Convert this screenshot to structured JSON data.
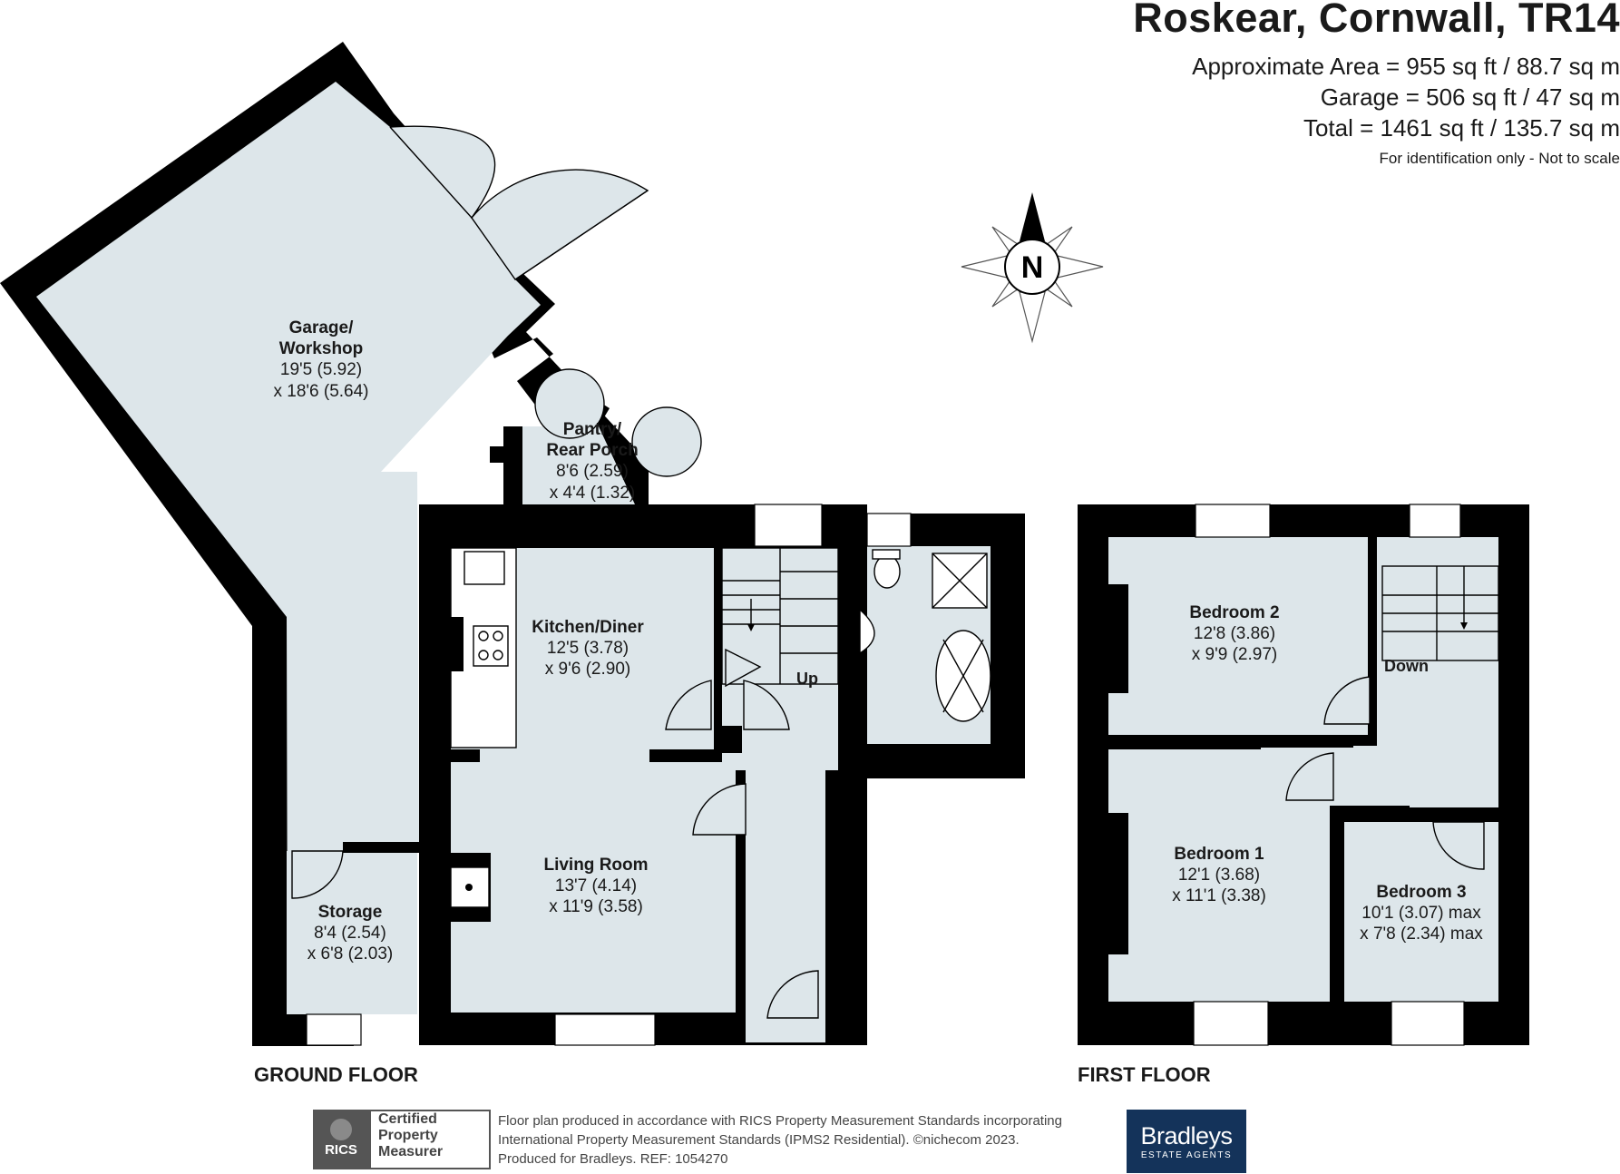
{
  "header": {
    "title": "Roskear, Cornwall, TR14",
    "area_lines": [
      "Approximate Area = 955 sq ft / 88.7 sq m",
      "Garage = 506 sq ft / 47 sq m",
      "Total = 1461 sq ft / 135.7 sq m"
    ],
    "disclaimer": "For identification only - Not to scale"
  },
  "compass": {
    "label": "N"
  },
  "floors": {
    "ground": "GROUND FLOOR",
    "first": "FIRST FLOOR"
  },
  "rooms": {
    "garage": {
      "name1": "Garage/",
      "name2": "Workshop",
      "dim1": "19'5 (5.92)",
      "dim2": "x 18'6 (5.64)"
    },
    "pantry": {
      "name1": "Pantry/",
      "name2": "Rear Porch",
      "dim1": "8'6 (2.59)",
      "dim2": "x 4'4 (1.32)"
    },
    "kitchen": {
      "name": "Kitchen/Diner",
      "dim1": "12'5 (3.78)",
      "dim2": "x 9'6 (2.90)"
    },
    "living": {
      "name": "Living Room",
      "dim1": "13'7 (4.14)",
      "dim2": "x 11'9 (3.58)"
    },
    "storage": {
      "name": "Storage",
      "dim1": "8'4 (2.54)",
      "dim2": "x 6'8 (2.03)"
    },
    "bedroom2": {
      "name": "Bedroom 2",
      "dim1": "12'8 (3.86)",
      "dim2": "x 9'9 (2.97)"
    },
    "bedroom1": {
      "name": "Bedroom 1",
      "dim1": "12'1 (3.68)",
      "dim2": "x 11'1 (3.38)"
    },
    "bedroom3": {
      "name": "Bedroom 3",
      "dim1": "10'1 (3.07) max",
      "dim2": "x 7'8 (2.34) max"
    }
  },
  "labels": {
    "up": "Up",
    "down": "Down"
  },
  "footer": {
    "rics_logo": "RICS",
    "rics_badge": [
      "Certified",
      "Property",
      "Measurer"
    ],
    "note_lines": [
      "Floor plan produced in accordance with RICS Property Measurement Standards incorporating",
      "International Property Measurement Standards (IPMS2 Residential).  ©nichecom 2023.",
      "Produced for Bradleys.   REF: 1054270"
    ],
    "agent_name": "Bradleys",
    "agent_sub": "ESTATE AGENTS"
  },
  "colors": {
    "floor": "#dde6ea",
    "wall": "#000000",
    "agent_bg": "#14335a"
  }
}
